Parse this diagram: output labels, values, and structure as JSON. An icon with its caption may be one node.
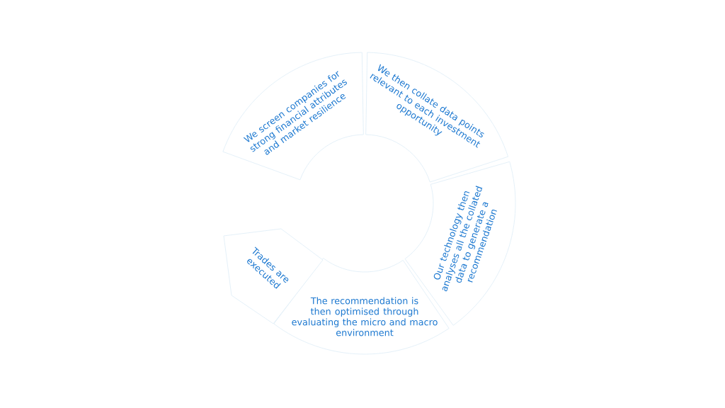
{
  "diagram": {
    "nodes": [
      {
        "text": [
          "We screen companies for strong financial attributes and market resilience"
        ]
      },
      {
        "text": [
          "We then collate data points relevant to each investment opportunity"
        ]
      },
      {
        "text": [
          "Our technology then analyses all the collated data to generate a recommendation"
        ]
      },
      {
        "text": [
          "The recommendation is then optimised through evaluating the micro and macro environment"
        ]
      },
      {
        "text": [
          "Trades are executed"
        ]
      }
    ]
  }
}
